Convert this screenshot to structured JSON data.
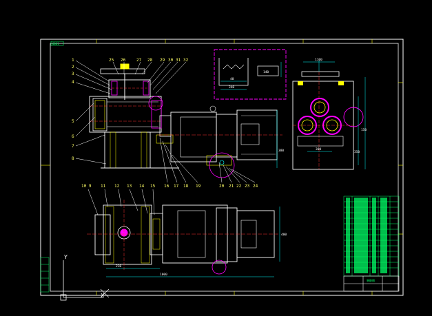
{
  "drawing": {
    "title_tag": "0001",
    "part_numbers_top": [
      "1",
      "2",
      "3",
      "4",
      "25",
      "26",
      "27",
      "28",
      "29",
      "30",
      "31",
      "32"
    ],
    "part_numbers_left": [
      "5",
      "6",
      "7",
      "8"
    ],
    "part_numbers_mid": [
      "16",
      "17",
      "18",
      "19",
      "20",
      "21",
      "22",
      "23",
      "24"
    ],
    "part_numbers_plan": [
      "10",
      "9",
      "11",
      "12",
      "13",
      "14",
      "15"
    ],
    "dims": {
      "detail_w1": "40",
      "detail_w2": "340",
      "detail_h": "140",
      "right_top": "1100",
      "right_side": "350",
      "right_side2": "150",
      "right_bottom": "300",
      "front_height": "380",
      "plan_len1": "210",
      "plan_len2": "1000",
      "plan_h": "400"
    },
    "titleblock": {
      "caption": "装配图"
    }
  },
  "colors": {
    "background": "#000000",
    "frame": "#ffffff",
    "outline": "#ffffff",
    "center": "#ff3333",
    "hatch": "#ffff00",
    "magenta": "#ff00ff",
    "dim": "#00ffff",
    "table": "#00ff66"
  },
  "icons": [
    "ucs-axis-icon",
    "crosshair-cursor-icon"
  ]
}
